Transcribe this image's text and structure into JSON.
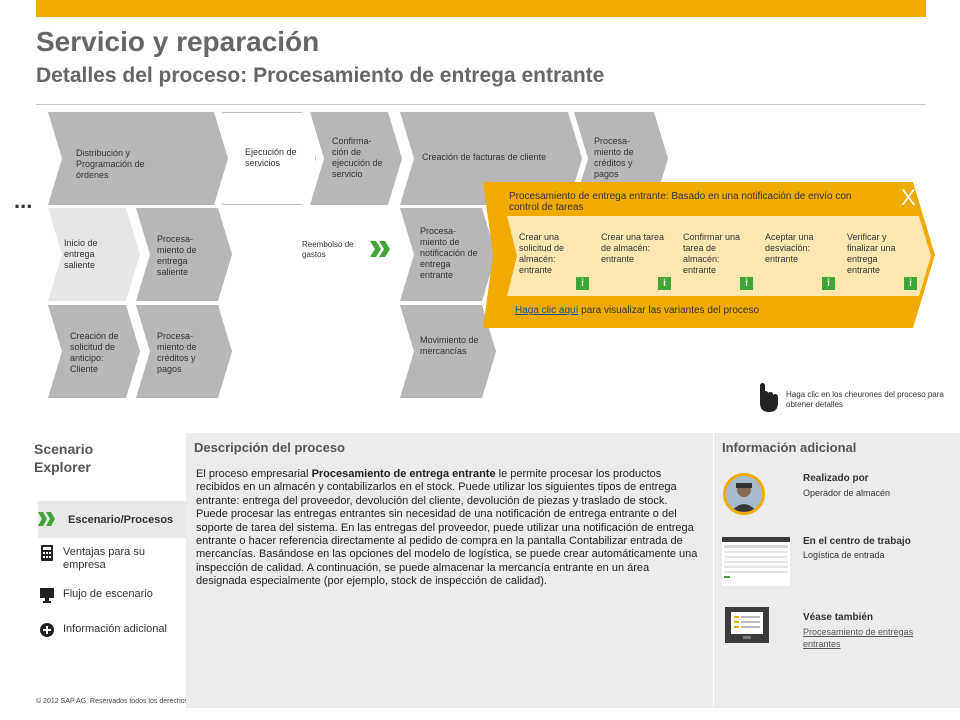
{
  "header": {
    "title": "Servicio y reparación",
    "subtitle": "Detalles del proceso: Procesamiento de entrega entrante"
  },
  "flow": {
    "ellipsis": "...",
    "row1": [
      "Distribución y Programación de órdenes",
      "Ejecución de servicios",
      "Confirma-ción de ejecución de servicio",
      "Creación de facturas de cliente",
      "Procesa-miento de créditos y pagos"
    ],
    "row2": [
      "Inicio de entrega saliente",
      "Procesa-miento de entrega saliente",
      "Procesa-miento de notificación de entrega entrante"
    ],
    "row3": [
      "Creación de solicitud de anticipo: Cliente",
      "Procesa-miento de créditos y pagos",
      "Movimiento de mercancías"
    ],
    "reembolso": "Reembolso de gastos"
  },
  "popup": {
    "title": "Procesamiento de entrega entrante: Basado en una notificación de envío con control de tareas",
    "close": "X",
    "steps": [
      "Crear una solicitud de almacén: entrante",
      "Crear una tarea de almacén: entrante",
      "Confirmar una tarea de almacén: entrante",
      "Aceptar una desviación: entrante",
      "Verificar y finalizar una entrega entrante"
    ],
    "info_glyph": "i",
    "link_text": "Haga clic aquí",
    "link_rest": " para visualizar las variantes del proceso"
  },
  "hint": "Haga clic en los cheurones del proceso para obtener detalles",
  "scenario": {
    "title_line1": "Scenario",
    "title_line2": "Explorer",
    "selected": "Escenario/Procesos",
    "items": [
      "Ventajas para su empresa",
      "Flujo de escenario",
      "Información adicional"
    ]
  },
  "description": {
    "heading": "Descripción del proceso",
    "text_before": "El proceso empresarial ",
    "text_bold": "Procesamiento de entrega entrante",
    "text_after": " le permite procesar los productos recibidos en un almacén y contabilizarlos en el stock. Puede utilizar los siguientes tipos de entrega entrante: entrega del proveedor, devolución del cliente, devolución de piezas y traslado de stock. Puede procesar las entregas entrantes sin necesidad de una notificación de entrega entrante o del soporte de tarea del sistema. En las entregas del proveedor, puede utilizar una notificación de entrega entrante o hacer referencia directamente al pedido de compra en la pantalla Contabilizar entrada de mercancías. Basándose en las opciones del modelo de logística, se puede crear automáticamente una inspección de calidad. A continuación, se puede almacenar la mercancía entrante en un área designada especialmente (por ejemplo, stock de inspección de calidad)."
  },
  "additional": {
    "heading": "Información adicional",
    "performed_label": "Realizado por",
    "performed_value": "Operador de almacén",
    "workplace_label": "En el centro de trabajo",
    "workplace_value": "Logística de entrada",
    "see_also_label": "Véase también",
    "see_also_link": "Procesamiento de entregas entrantes"
  },
  "footer": "© 2012 SAP AG. Reservados todos los derechos.",
  "colors": {
    "accent": "#f0ab00",
    "green": "#3fa535",
    "chevron_gray": "#b7b7b7",
    "panel": "#ececec"
  },
  "icons": [
    "green-chevrons-icon",
    "calculator-icon",
    "monitor-icon",
    "plus-circle-icon",
    "hand-pointer-icon",
    "info-icon",
    "close-icon"
  ]
}
